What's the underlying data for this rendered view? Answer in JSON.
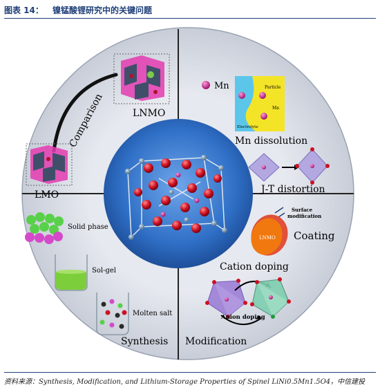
{
  "header": {
    "label": "图表 14：",
    "title": "镍锰酸锂研究中的关键问题"
  },
  "quadrants": {
    "top_left": {
      "lnmo": "LNMO",
      "comparison": "Comparison",
      "lmo": "LMO"
    },
    "top_right": {
      "mn_legend": "Mn",
      "particle": "Particle",
      "mn_inner": "Mn",
      "electrolyte": "Electrolyte",
      "mn_dissolution": "Mn dissolution",
      "jt_distortion": "J-T distortion"
    },
    "bottom_left": {
      "solid_phase": "Solid phase",
      "sol_gel": "Sol-gel",
      "molten_salt": "Molten salt",
      "synthesis": "Synthesis"
    },
    "bottom_right": {
      "surface_mod_1": "Surface",
      "surface_mod_2": "modification",
      "lnmo_disc": "LNMO",
      "coating": "Coating",
      "cation_doping": "Cation doping",
      "anion_doping": "Anion doping",
      "modification": "Modification"
    }
  },
  "footer": {
    "source": "资料来源：Synthesis, Modification, and Lithium-Storage Properties of Spinel LiNi0.5Mn1.5O4，中信建投"
  },
  "colors": {
    "ring": "#d7dbe4",
    "center": "#2f6fc6",
    "header_blue": "#1f3f78",
    "oxygen": "#cc1122",
    "manganese": "#d11a8f",
    "coating_orange": "#f0780f",
    "solgel_green": "#7ccf3a"
  }
}
